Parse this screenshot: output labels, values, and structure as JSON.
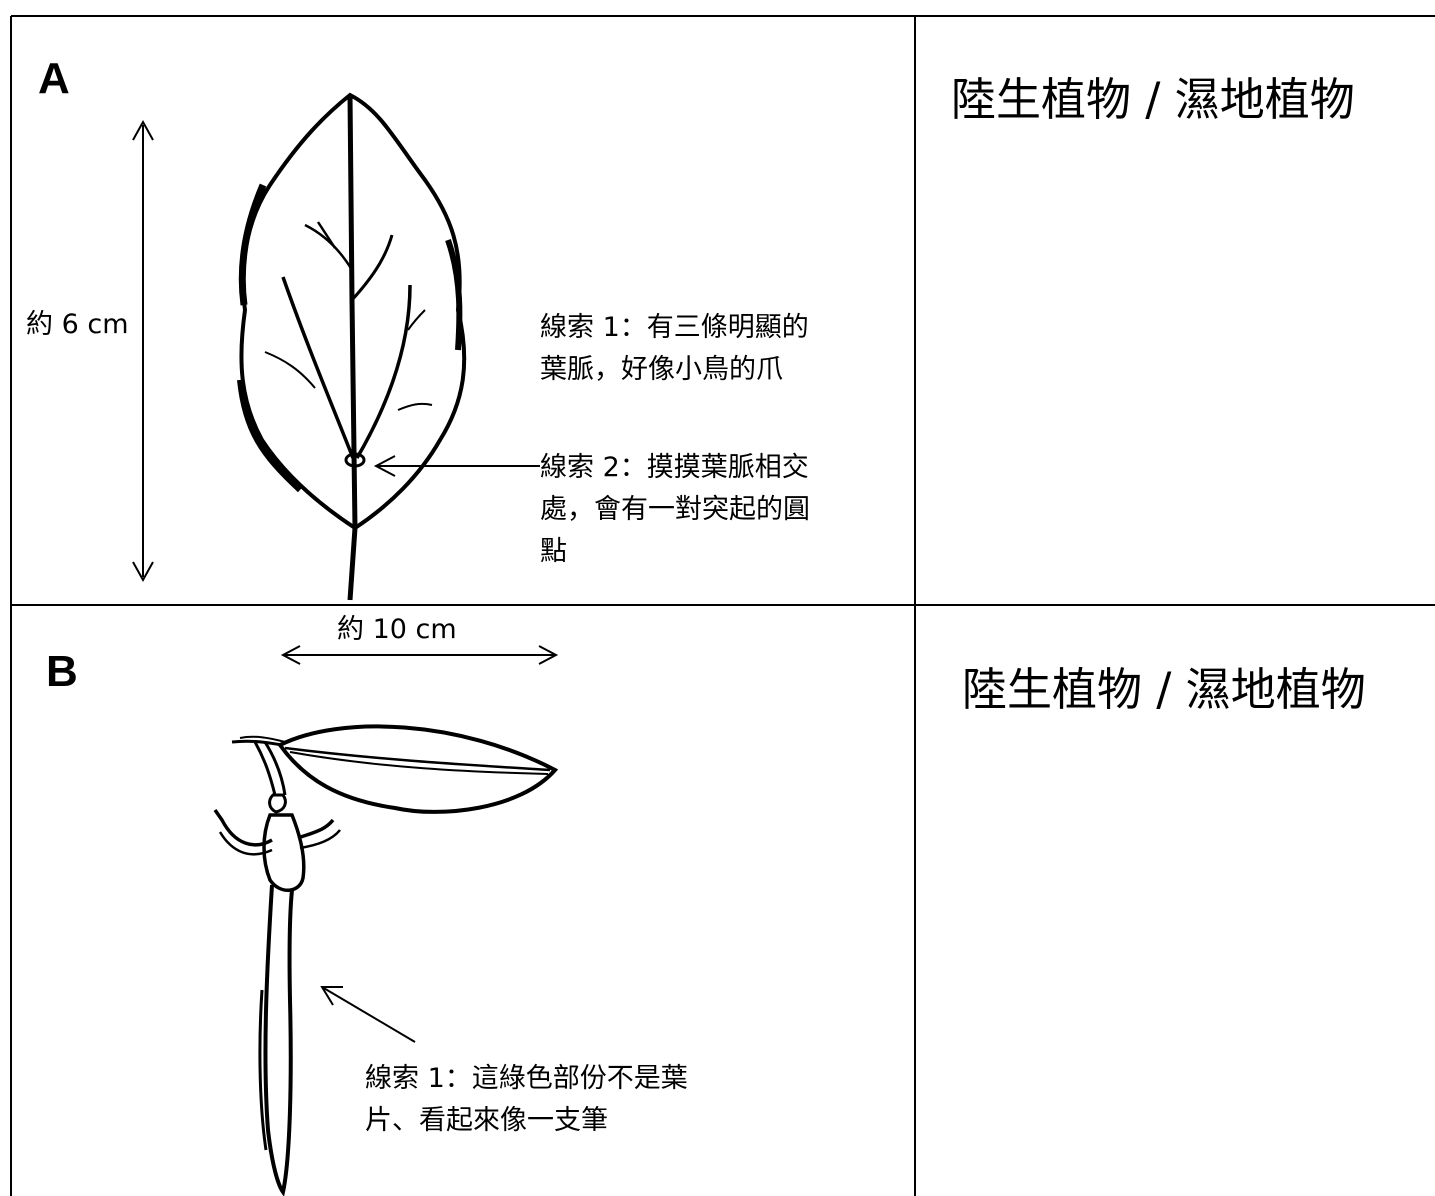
{
  "panels": [
    {
      "letter": "A",
      "choice": "陸生植物 / 濕地植物",
      "dimension": "約 6 cm",
      "clue1": "線索 1：有三條明顯的\n葉脈，好像小鳥的爪",
      "clue2": "線索 2：摸摸葉脈相交\n處，會有一對突起的圓\n點"
    },
    {
      "letter": "B",
      "choice": "陸生植物 / 濕地植物",
      "dimension": "約 10 cm",
      "clue1": "線索 1：這綠色部份不是葉\n片、看起來像一支筆"
    }
  ]
}
